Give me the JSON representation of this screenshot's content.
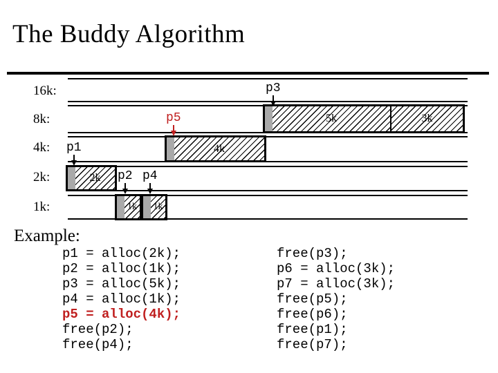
{
  "title": "The Buddy Algorithm",
  "diagram": {
    "row_labels": [
      "16k:",
      "8k:",
      "4k:",
      "2k:",
      "1k:"
    ],
    "pointers": {
      "p3": "p3",
      "p5": "p5",
      "p1": "p1",
      "p2": "p2",
      "p4": "p4"
    },
    "highlight_pointer": "p5",
    "block_labels": {
      "b8k_seg1": "5k",
      "b8k_seg2": "3k",
      "b4k": "4k",
      "b2k": "2k",
      "b1k_1": "1k",
      "b1k_2": "1k"
    }
  },
  "example": {
    "heading": "Example:",
    "left_code": [
      "p1 = alloc(2k);",
      "p2 = alloc(1k);",
      "p3 = alloc(5k);",
      "p4 = alloc(1k);",
      "p5 = alloc(4k);",
      "free(p2);",
      "free(p4);"
    ],
    "highlight_left_index": 4,
    "right_code": [
      "free(p3);",
      "p6 = alloc(3k);",
      "p7 = alloc(3k);",
      "free(p5);",
      "free(p6);",
      "free(p1);",
      "free(p7);"
    ]
  },
  "colors": {
    "highlight_red": "#c02020",
    "alloc_gray": "#a9a9a9"
  }
}
